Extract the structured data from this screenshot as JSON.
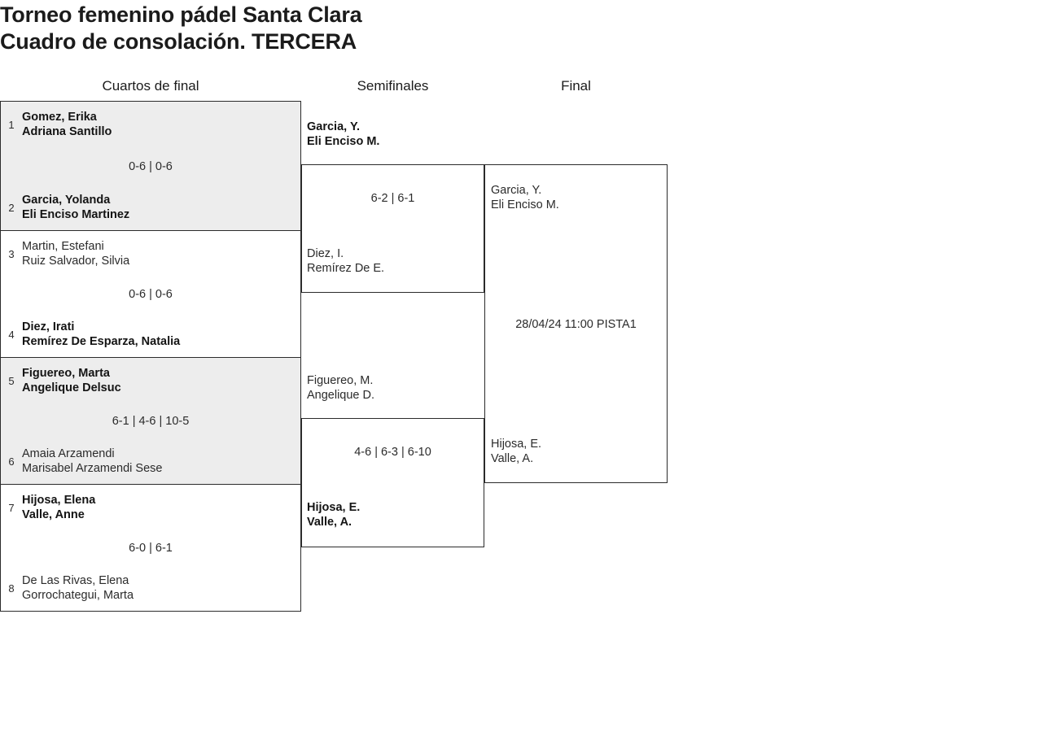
{
  "tournament": {
    "title_line1": "Torneo femenino pádel Santa Clara",
    "title_line2": "Cuadro de consolación. TERCERA"
  },
  "round_headers": {
    "quarterfinals": "Cuartos de final",
    "semifinals": "Semifinales",
    "final": "Final"
  },
  "bracket": {
    "quarterfinals": [
      {
        "top": {
          "seed": "1",
          "player1": "Gomez, Erika",
          "player2": "Adriana Santillo",
          "winner": false
        },
        "bottom": {
          "seed": "2",
          "player1": "Garcia, Yolanda",
          "player2": "Eli Enciso Martinez",
          "winner": true
        },
        "score": "0-6 | 0-6",
        "shaded": true
      },
      {
        "top": {
          "seed": "3",
          "player1": "Martin, Estefani",
          "player2": "Ruiz Salvador, Silvia",
          "winner": false
        },
        "bottom": {
          "seed": "4",
          "player1": "Diez, Irati",
          "player2": "Remírez De Esparza, Natalia",
          "winner": true
        },
        "score": "0-6 | 0-6",
        "shaded": false
      },
      {
        "top": {
          "seed": "5",
          "player1": "Figuereo, Marta",
          "player2": "Angelique Delsuc",
          "winner": true
        },
        "bottom": {
          "seed": "6",
          "player1": "Amaia Arzamendi",
          "player2": "Marisabel Arzamendi Sese",
          "winner": false
        },
        "score": "6-1 | 4-6 | 10-5",
        "shaded": true
      },
      {
        "top": {
          "seed": "7",
          "player1": "Hijosa, Elena",
          "player2": "Valle, Anne",
          "winner": true
        },
        "bottom": {
          "seed": "8",
          "player1": "De Las Rivas, Elena",
          "player2": "Gorrochategui, Marta",
          "winner": false
        },
        "score": "6-0 | 6-1",
        "shaded": false
      }
    ],
    "semifinals": [
      {
        "top": {
          "player1": "Garcia, Y.",
          "player2": "Eli Enciso M.",
          "winner": true
        },
        "bottom": {
          "player1": "Diez, I.",
          "player2": "Remírez De E.",
          "winner": false
        },
        "score": "6-2 | 6-1"
      },
      {
        "top": {
          "player1": "Figuereo, M.",
          "player2": "Angelique D.",
          "winner": false
        },
        "bottom": {
          "player1": "Hijosa, E.",
          "player2": "Valle, A.",
          "winner": true
        },
        "score": "4-6 | 6-3 | 6-10"
      }
    ],
    "final": {
      "top": {
        "player1": "Garcia, Y.",
        "player2": "Eli Enciso M.",
        "winner": false
      },
      "bottom": {
        "player1": "Hijosa, E.",
        "player2": "Valle, A.",
        "winner": false
      },
      "schedule": "28/04/24 11:00 PISTA1"
    }
  },
  "colors": {
    "shaded_row": "#ededed",
    "border": "#2b2b2b",
    "text": "#2b2b2b",
    "background": "#ffffff"
  }
}
